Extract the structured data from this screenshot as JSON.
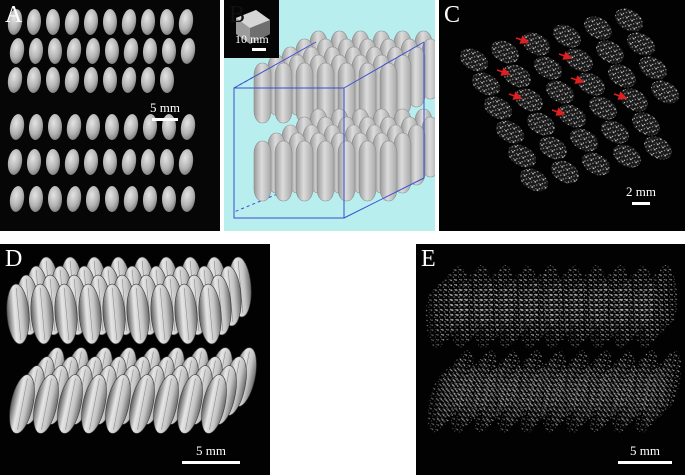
{
  "panels": [
    {
      "label": "A",
      "scale_text": "5 mm"
    },
    {
      "label": "B",
      "scale_text": "10 mm"
    },
    {
      "label": "C",
      "scale_text": "2 mm"
    },
    {
      "label": "D",
      "scale_text": "5 mm"
    },
    {
      "label": "E",
      "scale_text": "5 mm"
    }
  ],
  "colors": {
    "background": "#000000",
    "panel_b_background": "#b8eeee",
    "bounding_box": "#3a4fd0",
    "arrows": "#e02020",
    "grain": "#c8c8c8"
  }
}
